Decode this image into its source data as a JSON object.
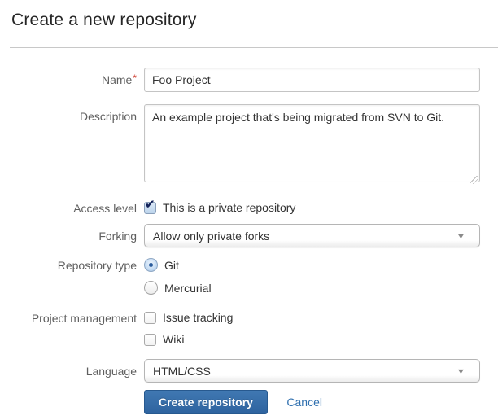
{
  "page": {
    "title": "Create a new repository"
  },
  "form": {
    "fields": {
      "name": {
        "label": "Name",
        "required_marker": "*",
        "value": "Foo Project"
      },
      "description": {
        "label": "Description",
        "value": "An example project that's being migrated from SVN to Git."
      },
      "access_level": {
        "label": "Access level",
        "checkbox_label": "This is a private repository",
        "checked": true
      },
      "forking": {
        "label": "Forking",
        "selected": "Allow only private forks"
      },
      "repository_type": {
        "label": "Repository type",
        "options": [
          {
            "label": "Git",
            "selected": true
          },
          {
            "label": "Mercurial",
            "selected": false
          }
        ]
      },
      "project_management": {
        "label": "Project management",
        "options": [
          {
            "label": "Issue tracking",
            "checked": false
          },
          {
            "label": "Wiki",
            "checked": false
          }
        ]
      },
      "language": {
        "label": "Language",
        "selected": "HTML/CSS"
      }
    },
    "actions": {
      "submit_label": "Create repository",
      "cancel_label": "Cancel"
    }
  },
  "icons": {
    "dropdown_arrow": "▼",
    "checkmark": "✔"
  },
  "colors": {
    "accent": "#3572b0",
    "button_gradient_top": "#4078b2",
    "button_gradient_bottom": "#2e639f",
    "required_asterisk": "#d04437",
    "label_text": "#5f5f5f",
    "divider": "#c8c8c8"
  }
}
